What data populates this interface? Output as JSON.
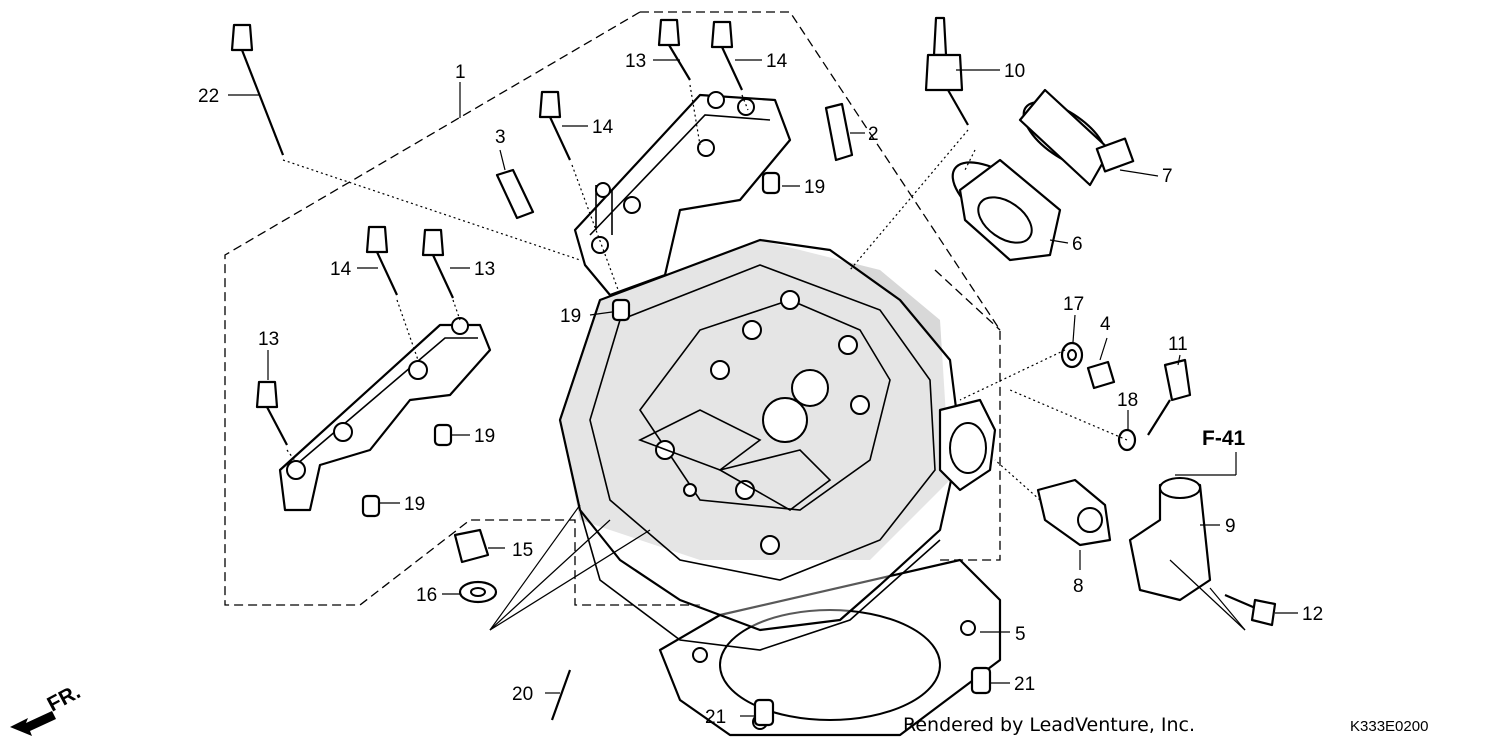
{
  "diagram": {
    "front_marker": "FR.",
    "reference": "F-41",
    "credit": "Rendered by LeadVenture, Inc.",
    "code": "K333E0200",
    "callouts": {
      "c1": "1",
      "c2": "2",
      "c3": "3",
      "c4": "4",
      "c5": "5",
      "c6": "6",
      "c7": "7",
      "c8": "8",
      "c9": "9",
      "c10": "10",
      "c11": "11",
      "c12": "12",
      "c13a": "13",
      "c13b": "13",
      "c13c": "13",
      "c14a": "14",
      "c14b": "14",
      "c14c": "14",
      "c15": "15",
      "c16": "16",
      "c17": "17",
      "c18": "18",
      "c19a": "19",
      "c19b": "19",
      "c19c": "19",
      "c19d": "19",
      "c20": "20",
      "c21a": "21",
      "c21b": "21",
      "c22": "22"
    }
  }
}
